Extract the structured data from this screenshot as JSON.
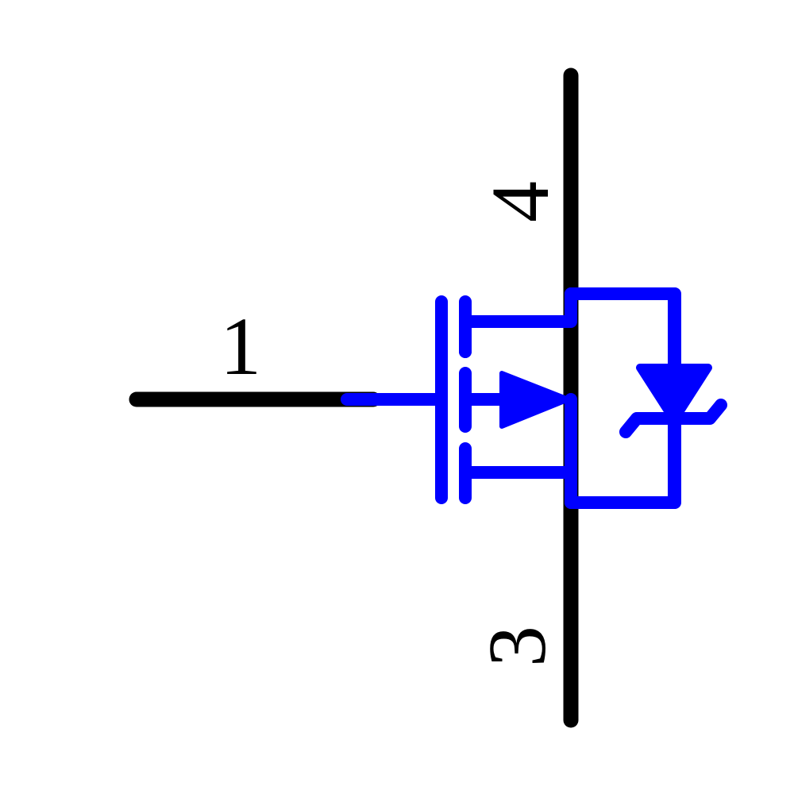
{
  "document": {
    "title": "N-Channel MOSFET with Zener body diode schematic symbol",
    "background_color": "#ffffff"
  },
  "symbol": {
    "type": "n-channel-mosfet-with-zener-diode",
    "body_color": "#0000ff",
    "lead_color": "#000000",
    "stroke_width_body": 16,
    "stroke_width_lead": 18
  },
  "pins": [
    {
      "number": "1",
      "function": "gate",
      "label": "1",
      "orientation": "upright",
      "lead_color": "#000000"
    },
    {
      "number": "4",
      "function": "drain",
      "label": "4",
      "orientation": "rotated-90-ccw",
      "lead_color": "#000000"
    },
    {
      "number": "3",
      "function": "source",
      "label": "3",
      "orientation": "rotated-90-ccw",
      "lead_color": "#000000"
    }
  ],
  "elements": {
    "gate_bar": "gate-vertical-bar",
    "channel_segments": "three-channel-segments",
    "body_arrow": "arrow-pointing-right",
    "drain_rail": "drain-connection-rail",
    "source_rail": "source-connection-rail",
    "zener_diode": "zener-triangle-cathode-bar"
  }
}
